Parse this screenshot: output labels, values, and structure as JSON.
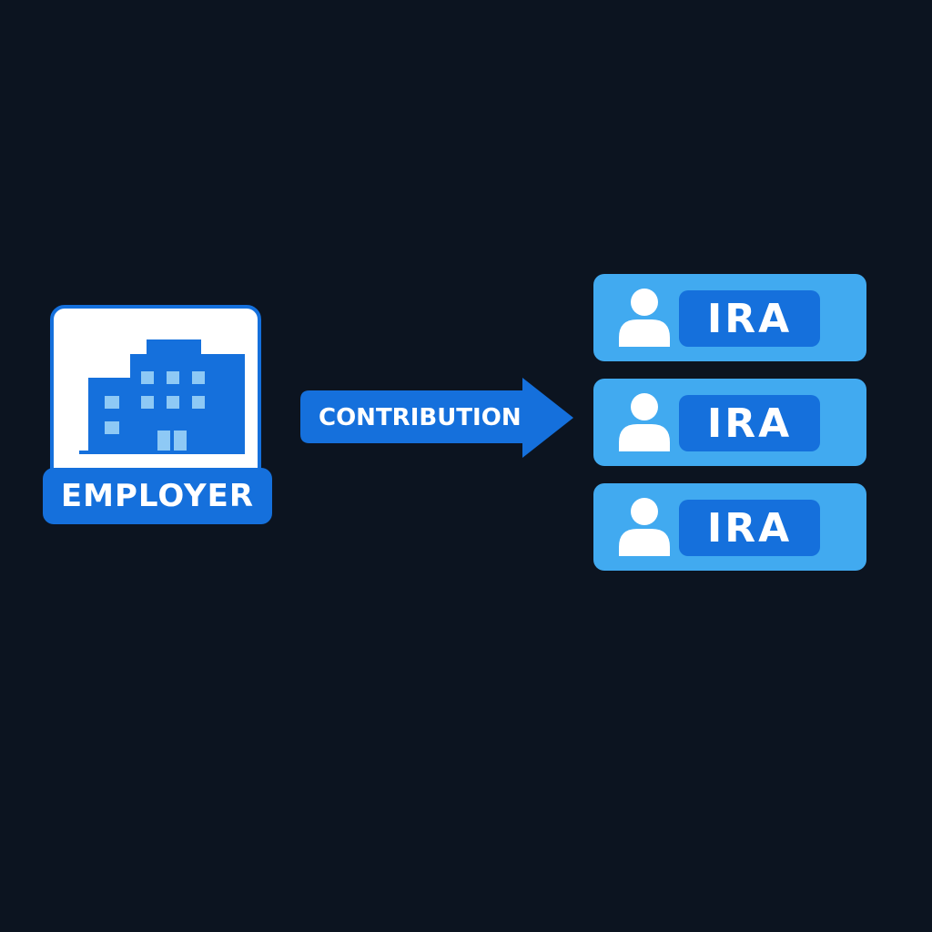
{
  "employer": {
    "label": "EMPLOYER",
    "icon": "building-icon"
  },
  "flow": {
    "label": "CONTRIBUTION",
    "icon": "right-arrow-icon"
  },
  "accounts": [
    {
      "label": "IRA",
      "icon": "person-icon"
    },
    {
      "label": "IRA",
      "icon": "person-icon"
    },
    {
      "label": "IRA",
      "icon": "person-icon"
    }
  ],
  "colors": {
    "background": "#0c1420",
    "primary_blue": "#1570dc",
    "light_blue": "#41aaf0",
    "window_blue": "#8ec9f5",
    "white": "#ffffff"
  }
}
